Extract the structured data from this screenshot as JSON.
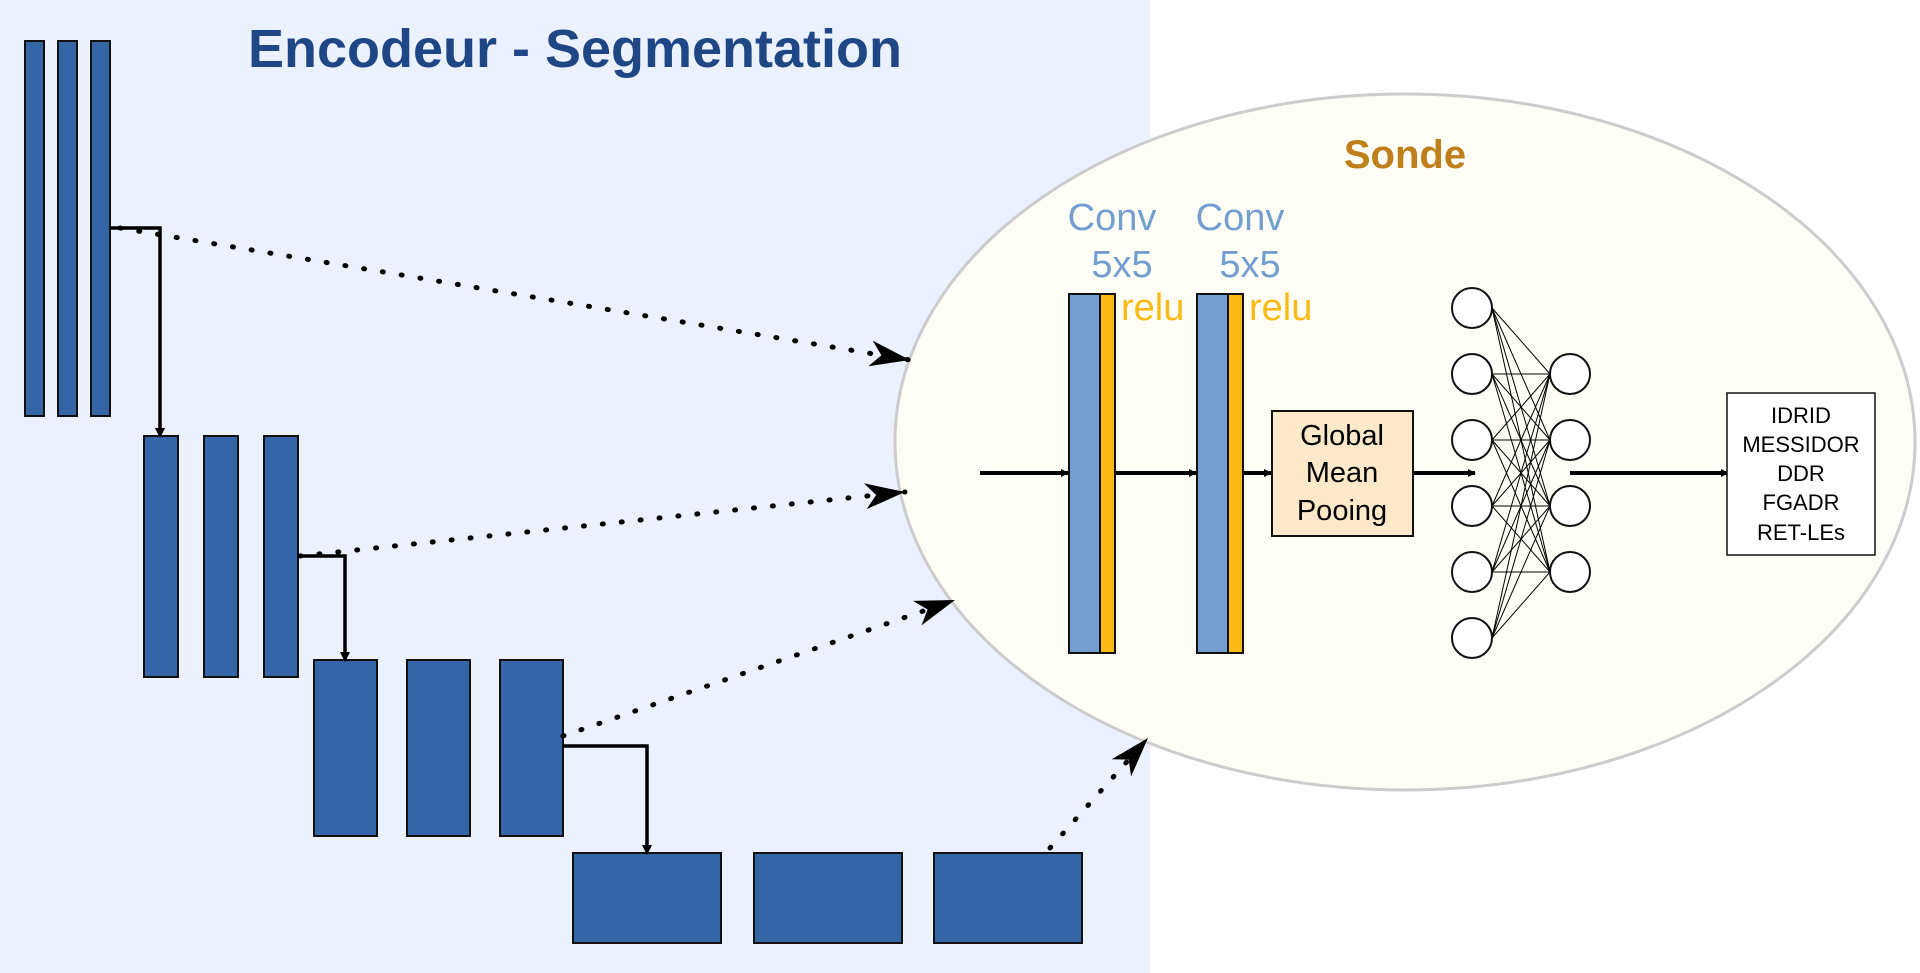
{
  "encoder": {
    "title": "Encodeur - Segmentation",
    "background_color": "#ebf1fe",
    "block_color": "#3465a6",
    "title_color": "#1f4785"
  },
  "probe": {
    "title": "Sonde",
    "title_color": "#bf7f1a",
    "background_color": "#fefef6",
    "conv1": {
      "label_line1": "Conv",
      "label_line2": "5x5",
      "activation": "relu"
    },
    "conv2": {
      "label_line1": "Conv",
      "label_line2": "5x5",
      "activation": "relu"
    },
    "conv_color": "#729fcf",
    "relu_color": "#fcba16",
    "pooling": {
      "line1": "Global",
      "line2": "Mean",
      "line3": "Pooing",
      "fill": "#fde9c9"
    },
    "datasets": [
      "IDRID",
      "MESSIDOR",
      "DDR",
      "FGADR",
      "RET-LEs"
    ],
    "mlp": {
      "input_neurons": 6,
      "hidden_neurons": 4
    }
  }
}
